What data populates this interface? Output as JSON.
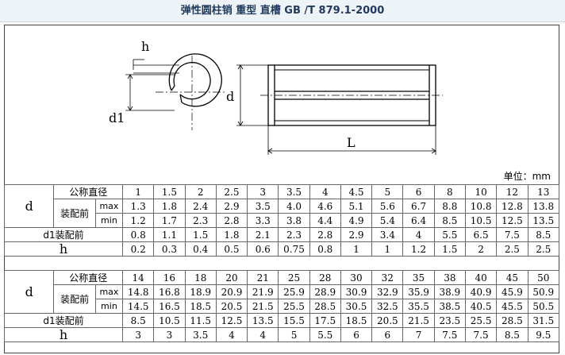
{
  "title": "弹性圆柱销 重型 直槽 GB /T 879.1-2000",
  "drawing": {
    "h": "h",
    "d": "d",
    "d1": "d1",
    "L": "L"
  },
  "unit_label": "单位：mm",
  "labels": {
    "d": "d",
    "nominal": "公称直径",
    "before_assembly": "装配前",
    "max": "max",
    "min": "min",
    "d1": "d1装配前",
    "h": "h"
  },
  "table1": {
    "nominal": [
      "1",
      "1.5",
      "2",
      "2.5",
      "3",
      "3.5",
      "4",
      "4.5",
      "5",
      "6",
      "8",
      "10",
      "12",
      "13"
    ],
    "max": [
      "1.3",
      "1.8",
      "2.4",
      "2.9",
      "3.5",
      "4.0",
      "4.6",
      "5.1",
      "5.6",
      "6.7",
      "8.8",
      "10.8",
      "12.8",
      "13.8"
    ],
    "min": [
      "1.2",
      "1.7",
      "2.3",
      "2.8",
      "3.3",
      "3.8",
      "4.4",
      "4.9",
      "5.4",
      "6.4",
      "8.5",
      "10.5",
      "12.5",
      "13.5"
    ],
    "d1": [
      "0.8",
      "1.1",
      "1.5",
      "1.8",
      "2.1",
      "2.3",
      "2.8",
      "2.9",
      "3.4",
      "4",
      "5.5",
      "6.5",
      "7.5",
      "8.5"
    ],
    "h": [
      "0.2",
      "0.3",
      "0.4",
      "0.5",
      "0.6",
      "0.75",
      "0.8",
      "1",
      "1",
      "1.2",
      "1.5",
      "2",
      "2.5",
      "2.5"
    ]
  },
  "table2": {
    "nominal": [
      "14",
      "16",
      "18",
      "20",
      "21",
      "25",
      "28",
      "30",
      "32",
      "35",
      "38",
      "40",
      "45",
      "50"
    ],
    "max": [
      "14.8",
      "16.8",
      "18.9",
      "20.9",
      "21.9",
      "25.9",
      "28.9",
      "30.9",
      "32.9",
      "35.9",
      "38.9",
      "40.9",
      "45.9",
      "50.9"
    ],
    "min": [
      "14.5",
      "16.5",
      "18.5",
      "20.5",
      "21.5",
      "25.5",
      "28.5",
      "30.5",
      "32.5",
      "35.5",
      "38.5",
      "40.5",
      "45.5",
      "50.5"
    ],
    "d1": [
      "8.5",
      "10.5",
      "11.5",
      "12.5",
      "13.5",
      "15.5",
      "17.5",
      "18.5",
      "20.5",
      "21.5",
      "23.5",
      "25.5",
      "28.5",
      "31.5"
    ],
    "h": [
      "3",
      "3",
      "3.5",
      "4",
      "4",
      "5",
      "5.5",
      "6",
      "6",
      "7",
      "7.5",
      "7.5",
      "8.5",
      "9.5"
    ]
  }
}
